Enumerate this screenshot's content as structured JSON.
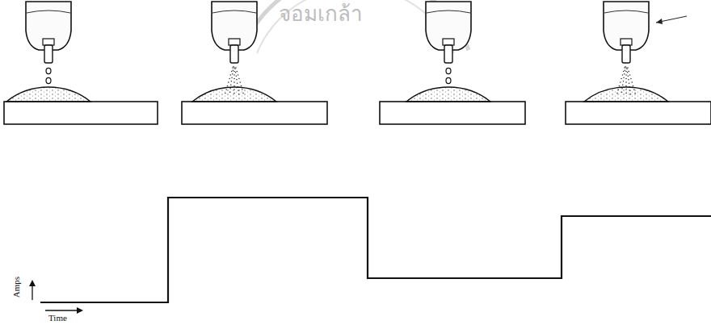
{
  "diagram": {
    "labels": [
      "จอมเกล้า",
      "Amps",
      "Time"
    ]
  }
}
